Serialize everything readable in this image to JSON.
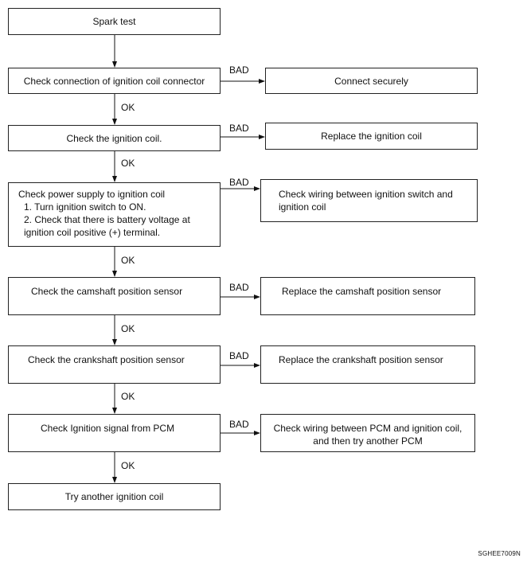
{
  "diagram": {
    "start": "Spark test",
    "steps": [
      {
        "check": "Check connection of ignition coil connector",
        "bad_action": "Connect securely"
      },
      {
        "check": "Check the ignition coil.",
        "bad_action": "Replace the ignition coil"
      },
      {
        "check_title": "Check power supply to ignition coil",
        "check_items": [
          "1.  Turn ignition switch to ON.",
          "2.  Check that there is battery voltage at",
          "ignition coil positive (+) terminal."
        ],
        "bad_action": "Check wiring between ignition switch and\nignition coil"
      },
      {
        "check": "Check the camshaft position sensor",
        "bad_action": "Replace the camshaft position sensor"
      },
      {
        "check": "Check the crankshaft position sensor",
        "bad_action": "Replace the crankshaft position sensor"
      },
      {
        "check": "Check Ignition signal from PCM",
        "bad_action": "Check wiring between PCM and ignition coil,\nand then try another PCM"
      }
    ],
    "end": "Try another ignition coil",
    "ok_label": "OK",
    "bad_label": "BAD",
    "figure_code": "SGHEE7009N"
  }
}
